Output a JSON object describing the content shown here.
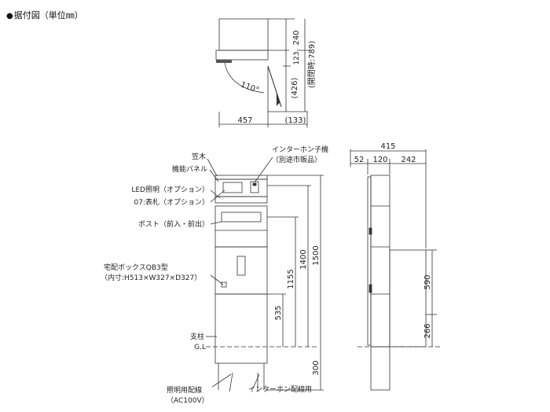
{
  "header": {
    "bullet": "●",
    "title": "据付図（単位㎜）"
  },
  "top_view": {
    "dim_240": "240",
    "dim_123": "123",
    "dim_426": "(426)",
    "dim_open": "(開閉時:789)",
    "angle": "110°",
    "dim_457": "457",
    "dim_133": "(133)"
  },
  "front_view": {
    "labels": {
      "kasagi": "笠木",
      "kinou_panel": "機能パネル",
      "led": "LED照明（オプション）",
      "hyousatsu": "07:表札（オプション）",
      "post": "ポスト（前入・前出）",
      "box_1": "宅配ボックスQB3型",
      "box_2": "（内寸:H513×W327×D327）",
      "shichuu": "支柱",
      "gl": "G.L",
      "intercom_1": "インターホン子機",
      "intercom_2": "（別途市販品）",
      "light_wire_1": "照明用配線",
      "light_wire_2": "（AC100V）",
      "intercom_wire": "インターホン配線用"
    },
    "dims": {
      "d535": "535",
      "d1155": "1155",
      "d1400": "1400",
      "d1500": "1500",
      "d300": "300"
    }
  },
  "side_view": {
    "d415": "415",
    "d52": "52",
    "d120": "120",
    "d242": "242",
    "d590": "590",
    "d266": "266"
  }
}
